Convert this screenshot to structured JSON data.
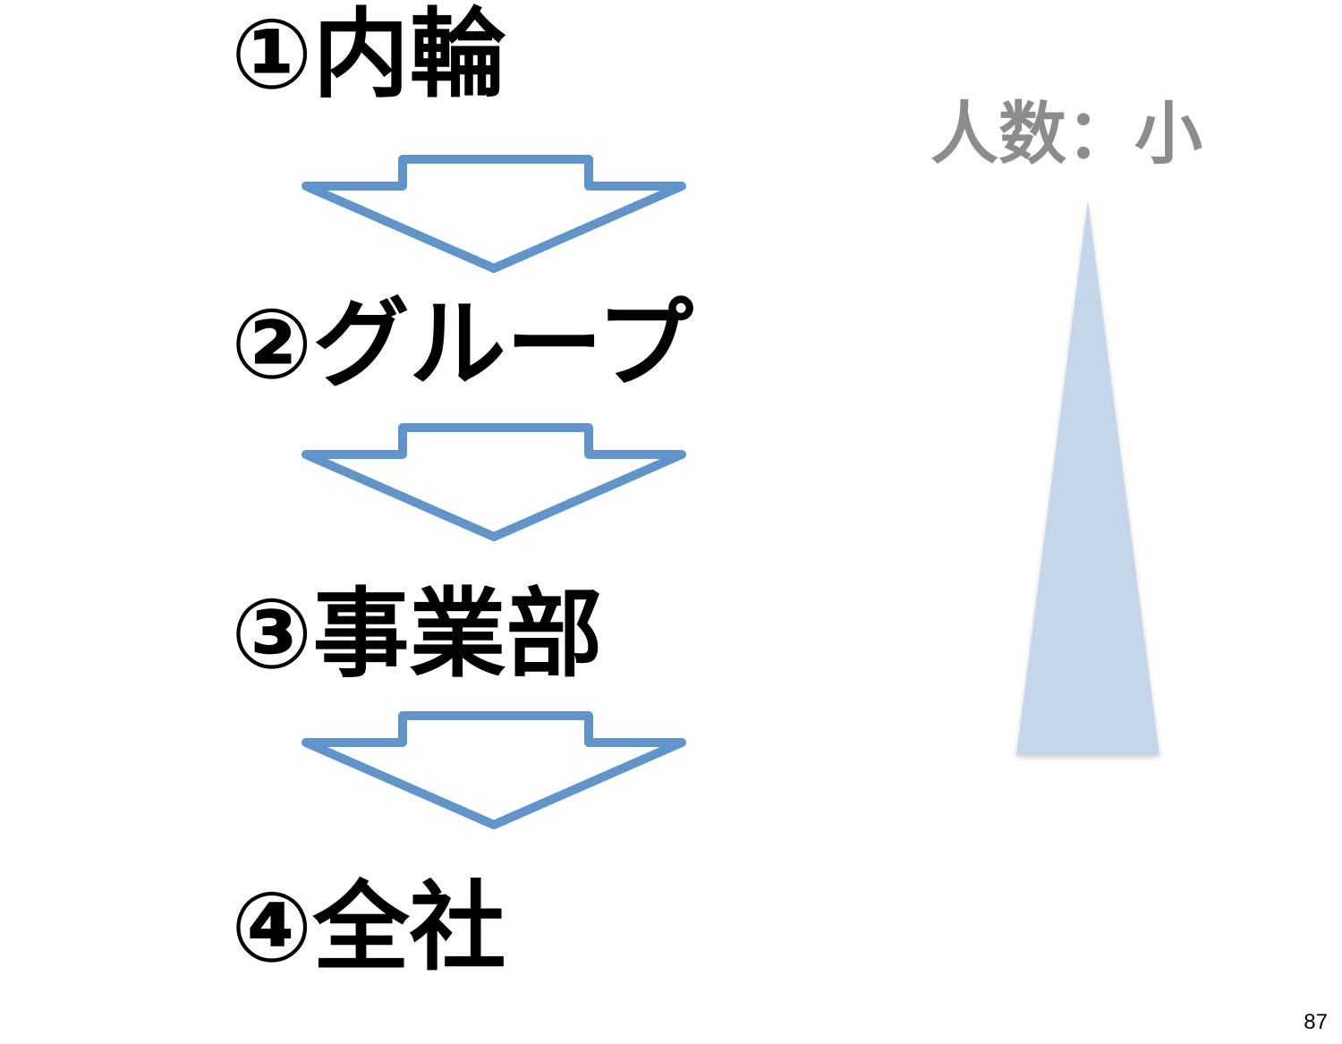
{
  "steps": [
    {
      "label": "①内輪"
    },
    {
      "label": "②グループ"
    },
    {
      "label": "③事業部"
    },
    {
      "label": "④全社"
    }
  ],
  "side_label": "人数：小",
  "page_number": "87",
  "colors": {
    "arrow_stroke": "#6194c8",
    "wedge_fill": "#c5d6ea",
    "side_label": "#8c8c8c",
    "text": "#000000"
  },
  "icons": {
    "arrow": "down-arrow-outline-icon",
    "wedge": "triangle-wedge-icon"
  }
}
